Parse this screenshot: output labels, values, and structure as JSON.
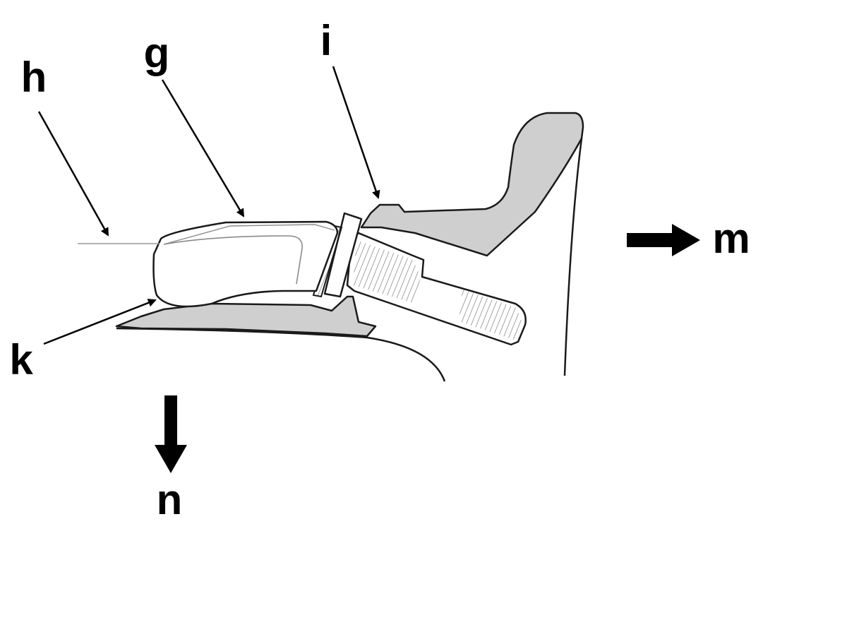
{
  "labels": {
    "g": "g",
    "h": "h",
    "i": "i",
    "k": "k",
    "m": "m",
    "n": "n"
  },
  "colors": {
    "line": "#1a1a1a",
    "part_fill": "#ffffff",
    "housing_fill": "#cfcfcf",
    "ink": "#000000",
    "guide_line": "#9a9a9a"
  }
}
